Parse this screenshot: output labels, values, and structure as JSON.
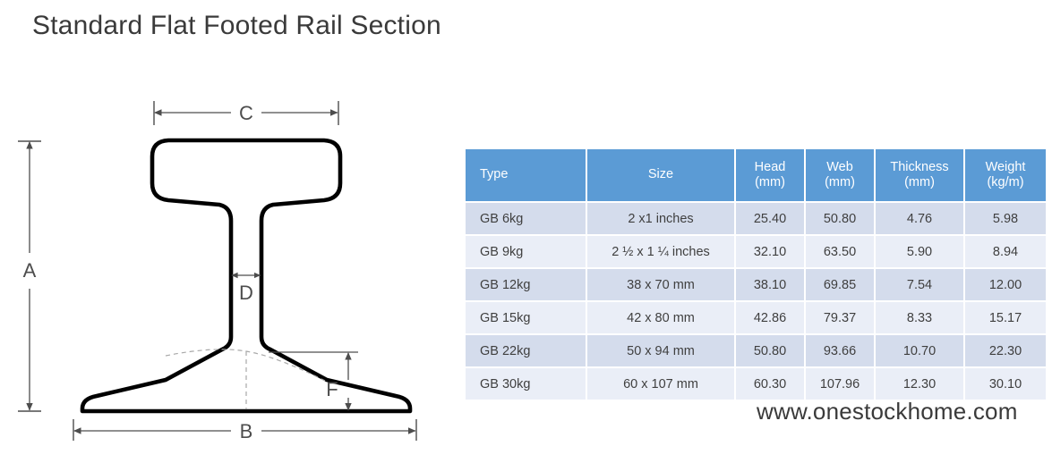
{
  "page": {
    "title": "Standard Flat Footed Rail Section",
    "website": "www.onestockhome.com"
  },
  "diagram": {
    "name": "flat-footed-rail-cross-section",
    "dimension_labels": {
      "a": "A",
      "b": "B",
      "c": "C",
      "d": "D",
      "f": "F"
    },
    "colors": {
      "outline": "#000000",
      "dimension_line": "#4d4d4d",
      "construction_line": "#9a9a9a"
    }
  },
  "table": {
    "colors": {
      "header_bg": "#5b9bd5",
      "header_text": "#ffffff",
      "row_odd_bg": "#d4dcec",
      "row_even_bg": "#eaeef7",
      "cell_text": "#3f3f3f"
    },
    "headers": [
      "Type",
      "Size",
      "Head\n(mm)",
      "Web\n(mm)",
      "Thickness\n(mm)",
      "Weight\n(kg/m)"
    ],
    "headers_display": {
      "type": "Type",
      "size": "Size",
      "head_line1": "Head",
      "head_line2": "(mm)",
      "web_line1": "Web",
      "web_line2": "(mm)",
      "thickness_line1": "Thickness",
      "thickness_line2": "(mm)",
      "weight_line1": "Weight",
      "weight_line2": "(kg/m)"
    },
    "rows": [
      {
        "type": "GB 6kg",
        "size": "2 x1 inches",
        "head_mm": "25.40",
        "web_mm": "50.80",
        "thickness_mm": "4.76",
        "weight_kg_m": "5.98"
      },
      {
        "type": "GB 9kg",
        "size": "2 ½ x 1 ¼ inches",
        "head_mm": "32.10",
        "web_mm": "63.50",
        "thickness_mm": "5.90",
        "weight_kg_m": "8.94"
      },
      {
        "type": "GB 12kg",
        "size": "38 x 70 mm",
        "head_mm": "38.10",
        "web_mm": "69.85",
        "thickness_mm": "7.54",
        "weight_kg_m": "12.00"
      },
      {
        "type": "GB 15kg",
        "size": "42 x 80 mm",
        "head_mm": "42.86",
        "web_mm": "79.37",
        "thickness_mm": "8.33",
        "weight_kg_m": "15.17"
      },
      {
        "type": "GB 22kg",
        "size": "50 x 94 mm",
        "head_mm": "50.80",
        "web_mm": "93.66",
        "thickness_mm": "10.70",
        "weight_kg_m": "22.30"
      },
      {
        "type": "GB 30kg",
        "size": "60 x 107 mm",
        "head_mm": "60.30",
        "web_mm": "107.96",
        "thickness_mm": "12.30",
        "weight_kg_m": "30.10"
      }
    ]
  }
}
